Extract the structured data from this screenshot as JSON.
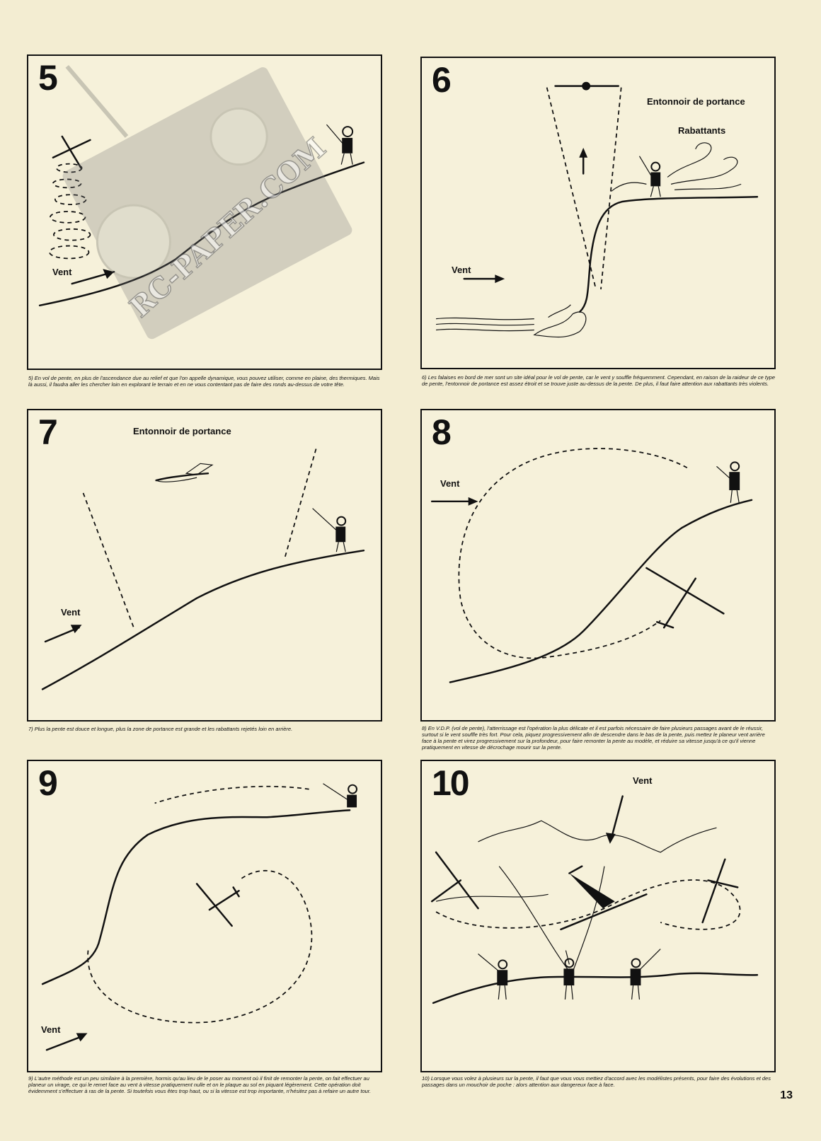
{
  "page_number": "13",
  "watermark": "RC-PAPER.COM",
  "panels": [
    {
      "number": "5",
      "labels": {
        "vent": "Vent"
      },
      "caption": "5) En vol de pente, en plus de l'ascendance due au relief et que l'on appelle dynamique, vous pouvez utiliser, comme en plaine, des thermiques. Mais là aussi, il faudra aller les chercher loin en explorant le terrain et en ne vous contentant pas de faire des ronds au-dessus de votre tête."
    },
    {
      "number": "6",
      "labels": {
        "entonnoir": "Entonnoir de portance",
        "rabattants": "Rabattants",
        "vent": "Vent"
      },
      "caption": "6) Les falaises en bord de mer sont un site idéal pour le vol de pente, car le vent y souffle fréquemment. Cependant, en raison de la raideur de ce type de pente, l'entonnoir de portance est assez étroit et se trouve juste au-dessus de la pente. De plus, il faut faire attention aux rabattants très violents."
    },
    {
      "number": "7",
      "labels": {
        "entonnoir": "Entonnoir de portance",
        "vent": "Vent"
      },
      "caption": "7) Plus la pente est douce et longue, plus la zone de portance est grande et les rabattants rejetés loin en arrière."
    },
    {
      "number": "8",
      "labels": {
        "vent": "Vent"
      },
      "caption": "8) En V.D.P. (vol de pente), l'atterrissage est l'opération la plus délicate et il est parfois nécessaire de faire plusieurs passages avant de le réussir, surtout si le vent souffle très fort. Pour cela, piquez progressivement afin de descendre dans le bas de la pente, puis mettez le planeur vent arrière face à la pente et virez progressivement sur la profondeur, pour faire remonter la pente au modèle, et réduire sa vitesse jusqu'à ce qu'il vienne pratiquement en vitesse de décrochage mourir sur la pente."
    },
    {
      "number": "9",
      "labels": {
        "vent": "Vent"
      },
      "caption": "9) L'autre méthode est un peu similaire à la première, hormis qu'au lieu de le poser au moment où il finit de remonter la pente, on fait effectuer au planeur un virage, ce qui le remet face au vent à vitesse pratiquement nulle et on le plaque au sol en piquant légèrement. Cette opération doit évidemment s'effectuer à ras de la pente. Si toutefois vous êtes trop haut, ou si la vitesse est trop importante, n'hésitez pas à refaire un autre tour."
    },
    {
      "number": "10",
      "labels": {
        "vent": "Vent"
      },
      "caption": "10) Lorsque vous volez à plusieurs sur la pente, il faut que vous vous mettiez d'accord avec les modélistes présents, pour faire des évolutions et des passages dans un mouchoir de poche : alors attention aux dangereux face à face."
    }
  ]
}
